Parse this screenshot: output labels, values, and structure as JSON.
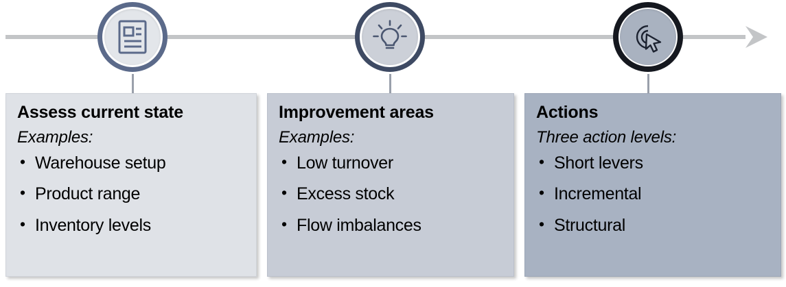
{
  "timeline": {
    "line_color": "#c3c5c7",
    "arrow_icon": "arrow-right-icon",
    "nodes": [
      {
        "icon": "document-article-icon",
        "ring_color": "#5b6a8a",
        "fill_color": "#e3e6ea"
      },
      {
        "icon": "lightbulb-idea-icon",
        "ring_color": "#3e4a63",
        "fill_color": "#ccd0d8"
      },
      {
        "icon": "cursor-click-target-icon",
        "ring_color": "#15181f",
        "fill_color": "#a9b2c0"
      }
    ]
  },
  "cards": [
    {
      "title": "Assess current state",
      "subtitle": "Examples:",
      "items": [
        "Warehouse setup",
        "Product range",
        "Inventory levels"
      ],
      "background": "#dfe2e7"
    },
    {
      "title": "Improvement areas",
      "subtitle": "Examples:",
      "items": [
        "Low turnover",
        "Excess stock",
        "Flow imbalances"
      ],
      "background": "#c7ccd6"
    },
    {
      "title": "Actions",
      "subtitle": "Three action levels:",
      "items": [
        "Short levers",
        "Incremental",
        "Structural"
      ],
      "background": "#a8b2c2"
    }
  ]
}
